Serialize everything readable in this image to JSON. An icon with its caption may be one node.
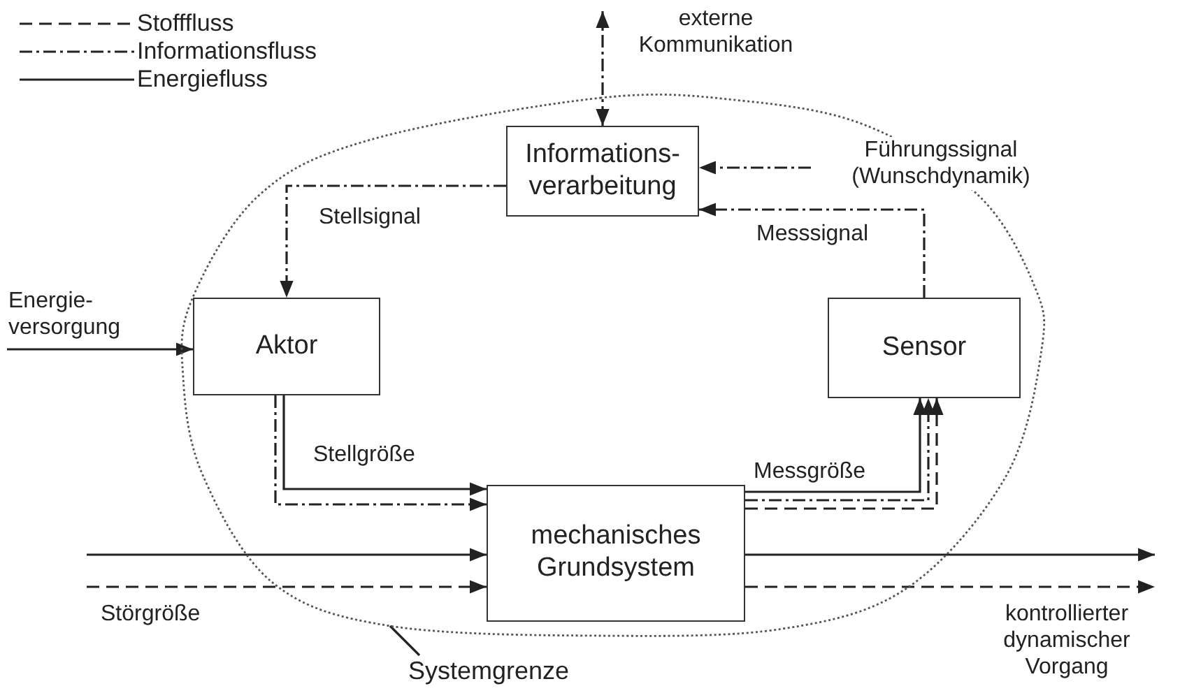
{
  "diagram": {
    "nodes": [
      {
        "text": [],
        "shape": "oval"
      },
      {
        "text": [
          "Informations- verarbeitung"
        ],
        "in": 0
      },
      {
        "text": [
          "Aktor"
        ],
        "in": 0
      },
      {
        "text": [
          "Sensor"
        ],
        "in": 0
      },
      {
        "text": [
          "mechanisches Grundsystem"
        ],
        "in": 0
      },
      {
        "text": [
          "Systemgrenze"
        ]
      }
    ],
    "edges": [
      {
        "from": null,
        "to": 1,
        "arrow": "both",
        "style": "dashed",
        "label": "externe Kommunikation"
      },
      {
        "from": null,
        "to": 1,
        "arrow": "to",
        "style": "dashed",
        "label": "Führungssignal (Wunschdynamik)"
      },
      {
        "from": 3,
        "to": 1,
        "arrow": "to",
        "style": "dashed",
        "label": "Messsignal"
      },
      {
        "from": 1,
        "to": 2,
        "arrow": "to",
        "style": "dashed",
        "label": "Stellsignal"
      },
      {
        "from": null,
        "to": 2,
        "arrow": "to",
        "label": "Energie- versorgung"
      },
      {
        "from": 2,
        "to": 4,
        "arrow": "to"
      },
      {
        "from": 2,
        "to": 4,
        "arrow": "to",
        "style": "dashed",
        "label": "Stellgröße"
      },
      {
        "from": 4,
        "to": 3,
        "arrow": "to",
        "label": "Messgröße"
      },
      {
        "from": 4,
        "to": 3,
        "arrow": "to",
        "style": "dashed"
      },
      {
        "from": 4,
        "to": 3,
        "arrow": "to",
        "style": "dashed"
      },
      {
        "from": null,
        "to": 4,
        "arrow": "to"
      },
      {
        "from": null,
        "to": 4,
        "arrow": "to",
        "style": "dashed",
        "label": "Störgröße"
      },
      {
        "from": 4,
        "to": null,
        "arrow": "to"
      },
      {
        "from": 4,
        "to": null,
        "arrow": "to",
        "style": "dashed",
        "label": "kontrollierter dynamischer Vorgang"
      },
      {
        "from": 5,
        "to": 0,
        "arrow": "none"
      }
    ],
    "legend": [
      {
        "text": "Stofffluss"
      },
      {
        "text": "Informationsfluss"
      },
      {
        "text": "Energiefluss"
      }
    ]
  }
}
